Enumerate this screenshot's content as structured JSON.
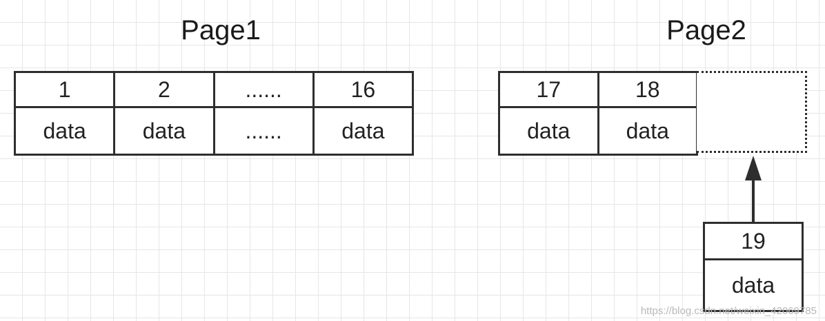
{
  "page1": {
    "title": "Page1",
    "keys": [
      "1",
      "2",
      "......",
      "16"
    ],
    "values": [
      "data",
      "data",
      "......",
      "data"
    ]
  },
  "page2": {
    "title": "Page2",
    "keys": [
      "17",
      "18"
    ],
    "values": [
      "data",
      "data"
    ]
  },
  "new_record": {
    "key": "19",
    "value": "data"
  },
  "watermark": "https://blog.csdn.net/weixin_42069785"
}
